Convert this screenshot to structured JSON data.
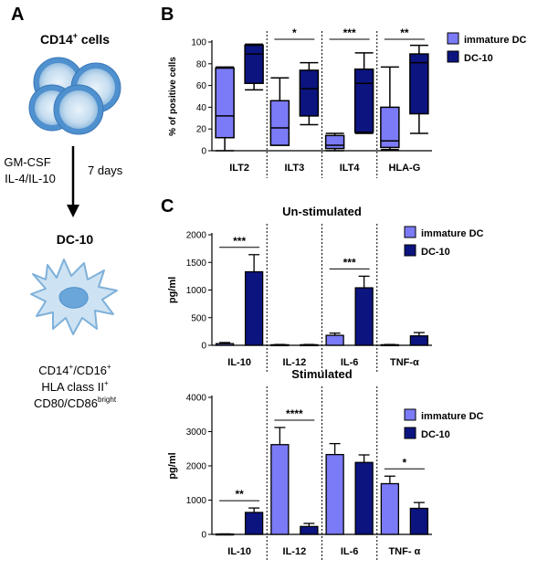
{
  "panels": {
    "a": {
      "letter": "A",
      "cells_title": "CD14",
      "cells_title_sup": "+",
      "cells_title_suffix": " cells",
      "treatment_line1": "GM-CSF",
      "treatment_line2": "IL-4/IL-10",
      "duration": "7 days",
      "result_title": "DC-10",
      "marker1_a": "CD14",
      "marker1_sup1": "+",
      "marker1_b": "/CD16",
      "marker1_sup2": "+",
      "marker2_a": "HLA class II",
      "marker2_sup": "+",
      "marker3_a": "CD80/CD86",
      "marker3_sup": "bright"
    },
    "b": {
      "letter": "B"
    },
    "c": {
      "letter": "C"
    }
  },
  "colors": {
    "immature": "#7b7bf7",
    "dc10": "#0c1480"
  },
  "chart_data": [
    {
      "id": "box",
      "type": "box",
      "title": "",
      "ylabel": "% of positive cells",
      "ylim": [
        0,
        100
      ],
      "yticks": [
        0,
        20,
        40,
        60,
        80,
        100
      ],
      "categories": [
        "ILT2",
        "ILT3",
        "ILT4",
        "HLA-G"
      ],
      "legend": [
        "immature DC",
        "DC-10"
      ],
      "series": [
        {
          "name": "immature DC",
          "boxes": [
            {
              "min": 0,
              "q1": 12,
              "median": 32,
              "q3": 76,
              "max": 77
            },
            {
              "min": 5,
              "q1": 5,
              "median": 21,
              "q3": 46,
              "max": 67
            },
            {
              "min": 0,
              "q1": 2,
              "median": 5,
              "q3": 14,
              "max": 16
            },
            {
              "min": 1,
              "q1": 3,
              "median": 9,
              "q3": 40,
              "max": 77
            }
          ]
        },
        {
          "name": "DC-10",
          "boxes": [
            {
              "min": 56,
              "q1": 62,
              "median": 89,
              "q3": 97,
              "max": 98
            },
            {
              "min": 24,
              "q1": 32,
              "median": 57,
              "q3": 74,
              "max": 81
            },
            {
              "min": 16,
              "q1": 17,
              "median": 62,
              "q3": 75,
              "max": 90
            },
            {
              "min": 16,
              "q1": 34,
              "median": 81,
              "q3": 89,
              "max": 97
            }
          ]
        }
      ],
      "significance": [
        "",
        "*",
        "***",
        "**"
      ]
    },
    {
      "id": "unstim",
      "type": "bar",
      "title": "Un-stimulated",
      "ylabel": "pg/ml",
      "ylim": [
        0,
        2000
      ],
      "yticks": [
        0,
        500,
        1000,
        1500,
        2000
      ],
      "categories": [
        "IL-10",
        "IL-12",
        "IL-6",
        "TNF-α"
      ],
      "legend": [
        "immature DC",
        "DC-10"
      ],
      "series": [
        {
          "name": "immature DC",
          "values": [
            30,
            10,
            180,
            10
          ],
          "errors": [
            20,
            5,
            40,
            5
          ]
        },
        {
          "name": "DC-10",
          "values": [
            1330,
            10,
            1040,
            170
          ],
          "errors": [
            310,
            5,
            210,
            60
          ]
        }
      ],
      "significance": [
        "***",
        "",
        "***",
        ""
      ]
    },
    {
      "id": "stim",
      "type": "bar",
      "title": "Stimulated",
      "ylabel": "pg/ml",
      "ylim": [
        0,
        4000
      ],
      "yticks": [
        0,
        1000,
        2000,
        3000,
        4000
      ],
      "categories": [
        "IL-10",
        "IL-12",
        "IL-6",
        "TNF- α"
      ],
      "legend": [
        "immature DC",
        "DC-10"
      ],
      "series": [
        {
          "name": "immature DC",
          "values": [
            10,
            2620,
            2330,
            1480
          ],
          "errors": [
            5,
            500,
            320,
            220
          ]
        },
        {
          "name": "DC-10",
          "values": [
            640,
            230,
            2100,
            760
          ],
          "errors": [
            130,
            90,
            220,
            170
          ]
        }
      ],
      "significance": [
        "**",
        "****",
        "",
        "*"
      ]
    }
  ]
}
